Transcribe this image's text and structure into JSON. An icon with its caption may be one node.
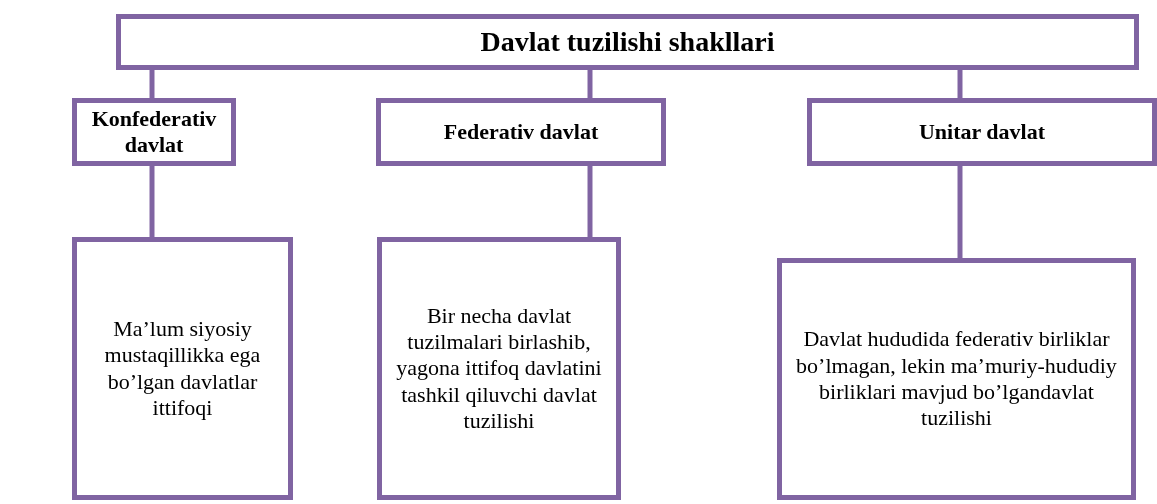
{
  "diagram": {
    "nodes": [
      {
        "text": [
          "Davlat tuzilishi shakllari"
        ]
      },
      {
        "text": [
          "Konfederativ davlat"
        ]
      },
      {
        "text": [
          "Federativ davlat"
        ]
      },
      {
        "text": [
          "Unitar davlat"
        ]
      },
      {
        "text": [
          "Ma’lum siyosiy mustaqillikka ega bo’lgan davlatlar ittifoqi"
        ]
      },
      {
        "text": [
          "Bir necha davlat tuzilmalari birlashib, yagona ittifoq davlatini tashkil qiluvchi davlat tuzilishi"
        ]
      },
      {
        "text": [
          "Davlat hududida federativ birliklar bo’lmagan, lekin ma’muriy-hududiy birliklari mavjud bo’lgandavlat tuzilishi"
        ]
      }
    ],
    "edges": [
      {
        "from": 0,
        "to": 1,
        "arrow": "none"
      },
      {
        "from": 0,
        "to": 2,
        "arrow": "none"
      },
      {
        "from": 0,
        "to": 3,
        "arrow": "none"
      },
      {
        "from": 1,
        "to": 4,
        "arrow": "none"
      },
      {
        "from": 2,
        "to": 5,
        "arrow": "none"
      },
      {
        "from": 3,
        "to": 6,
        "arrow": "none"
      }
    ]
  }
}
